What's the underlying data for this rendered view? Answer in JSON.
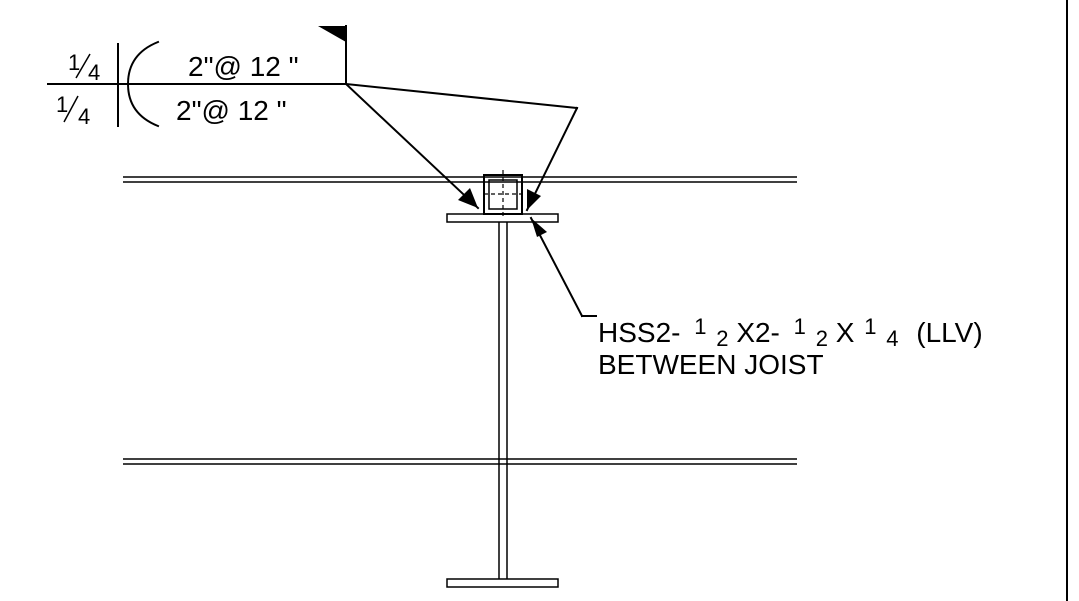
{
  "weld_symbol": {
    "arrow_side": {
      "size_num": "1",
      "size_den": "4",
      "length_pitch": "2\"@ 12 \""
    },
    "other_side": {
      "size_num": "1",
      "size_den": "4",
      "length_pitch": "2\"@ 12 \""
    }
  },
  "member_callout": {
    "line1_prefix": "HSS2-",
    "frac1_num": "1",
    "frac1_den": "2",
    "line1_mid": "X2-",
    "frac2_num": "1",
    "frac2_den": "2",
    "line1_x": "X",
    "frac3_num": "1",
    "frac3_den": "4",
    "line1_suffix": "(LLV)",
    "line2": "BETWEEN JOIST"
  }
}
